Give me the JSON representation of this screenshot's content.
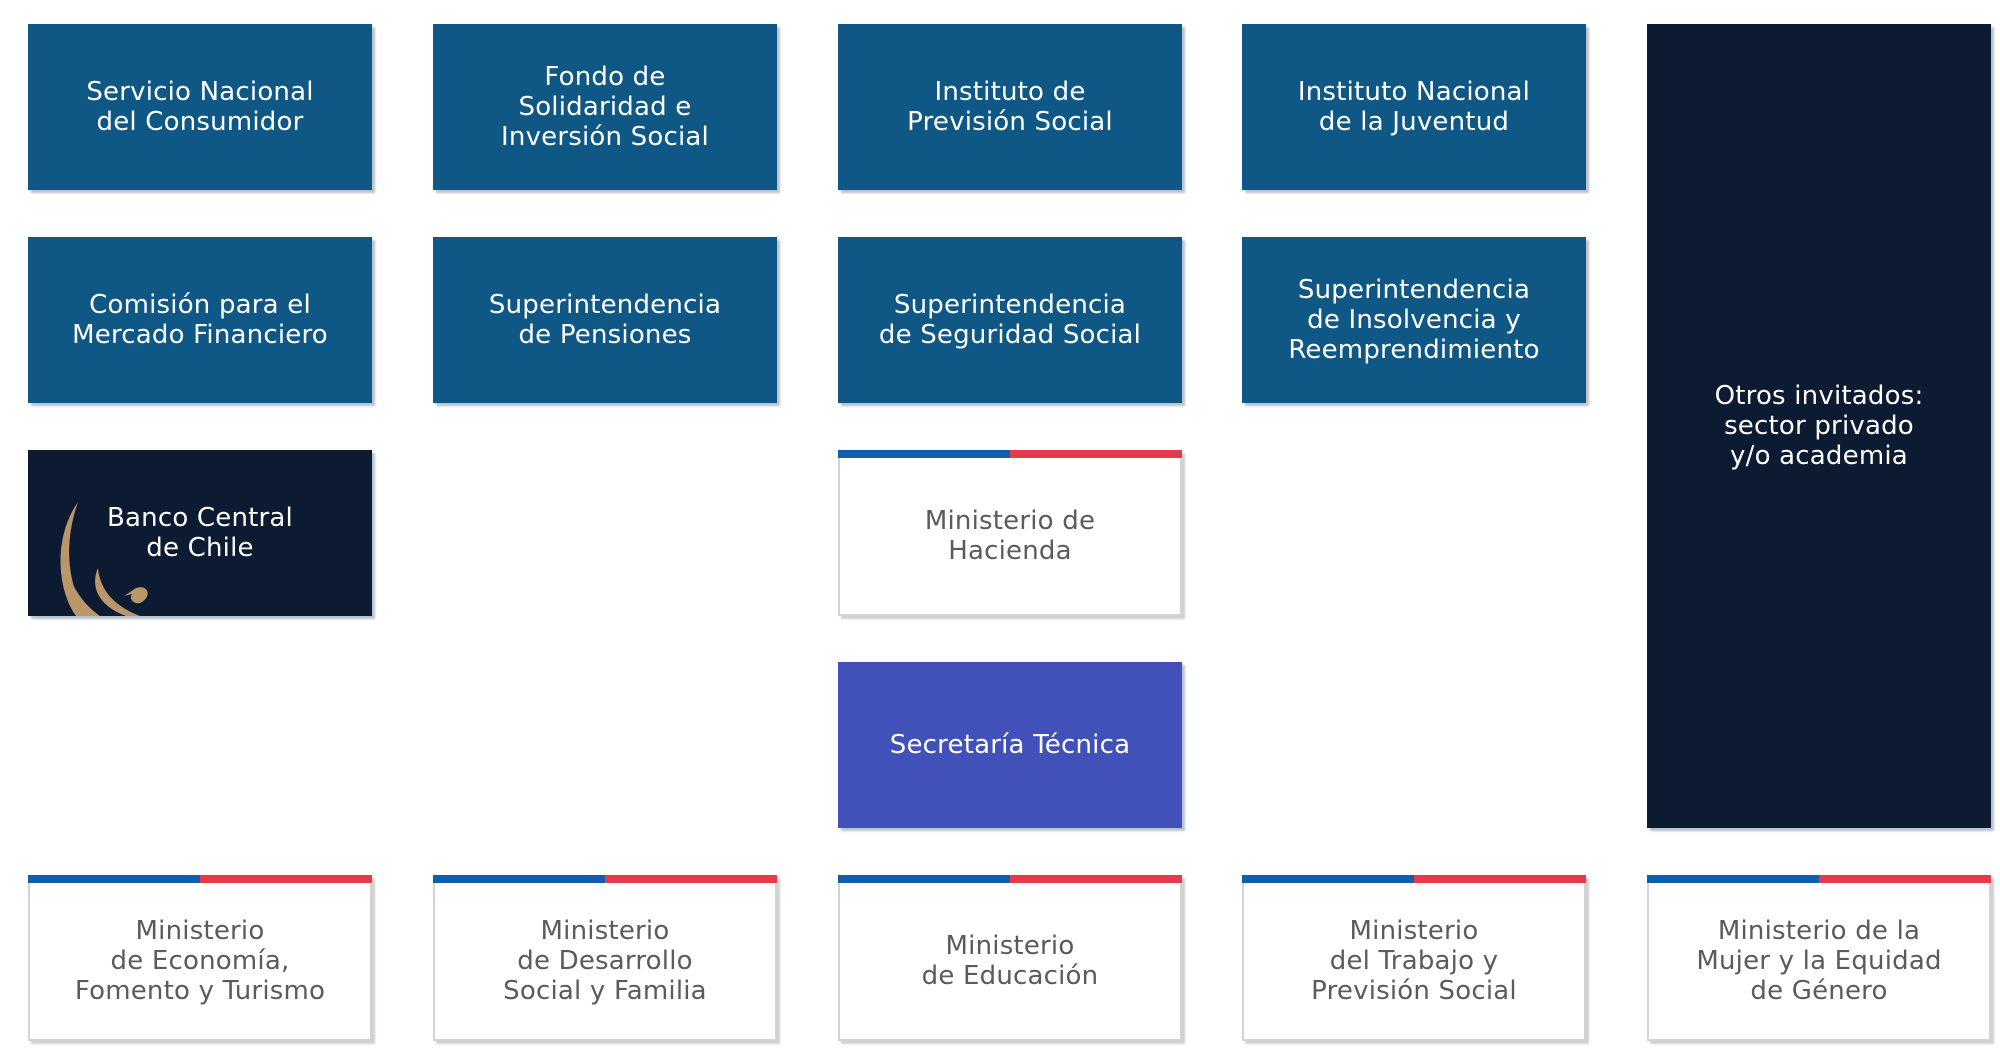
{
  "row1": {
    "sernac": "Servicio Nacional\ndel Consumidor",
    "fosis": "Fondo de\nSolidaridad e\nInversión Social",
    "ips": "Instituto de\nPrevisión Social",
    "injuv": "Instituto Nacional\nde la Juventud"
  },
  "row2": {
    "cmf": "Comisión para el\nMercado Financiero",
    "sp": "Superintendencia\nde Pensiones",
    "suseso": "Superintendencia\nde Seguridad Social",
    "superir": "Superintendencia\nde Insolvencia y\nReemprendimiento"
  },
  "banco_central": "Banco Central\nde Chile",
  "hacienda": "Ministerio de\nHacienda",
  "secretaria": "Secretaría Técnica",
  "otros": "Otros invitados:\nsector privado\ny/o academia",
  "ministries": {
    "economia": "Ministerio\nde Economía,\nFomento y Turismo",
    "desarrollo": "Ministerio\nde Desarrollo\nSocial y Familia",
    "educacion": "Ministerio\nde Educación",
    "trabajo": "Ministerio\ndel Trabajo y\nPrevisión Social",
    "mujer": "Ministerio de la\nMujer y la Equidad\nde Género"
  },
  "colors": {
    "blue_box": "#0f5886",
    "navy_box": "#0d1b32",
    "indigo_box": "#4250b9",
    "stripe_blue": "#0f5fae",
    "stripe_red": "#e63a4a",
    "logo_gold": "#b9976a"
  },
  "icons": {
    "banco_logo": "banco-central-swoosh-logo"
  }
}
